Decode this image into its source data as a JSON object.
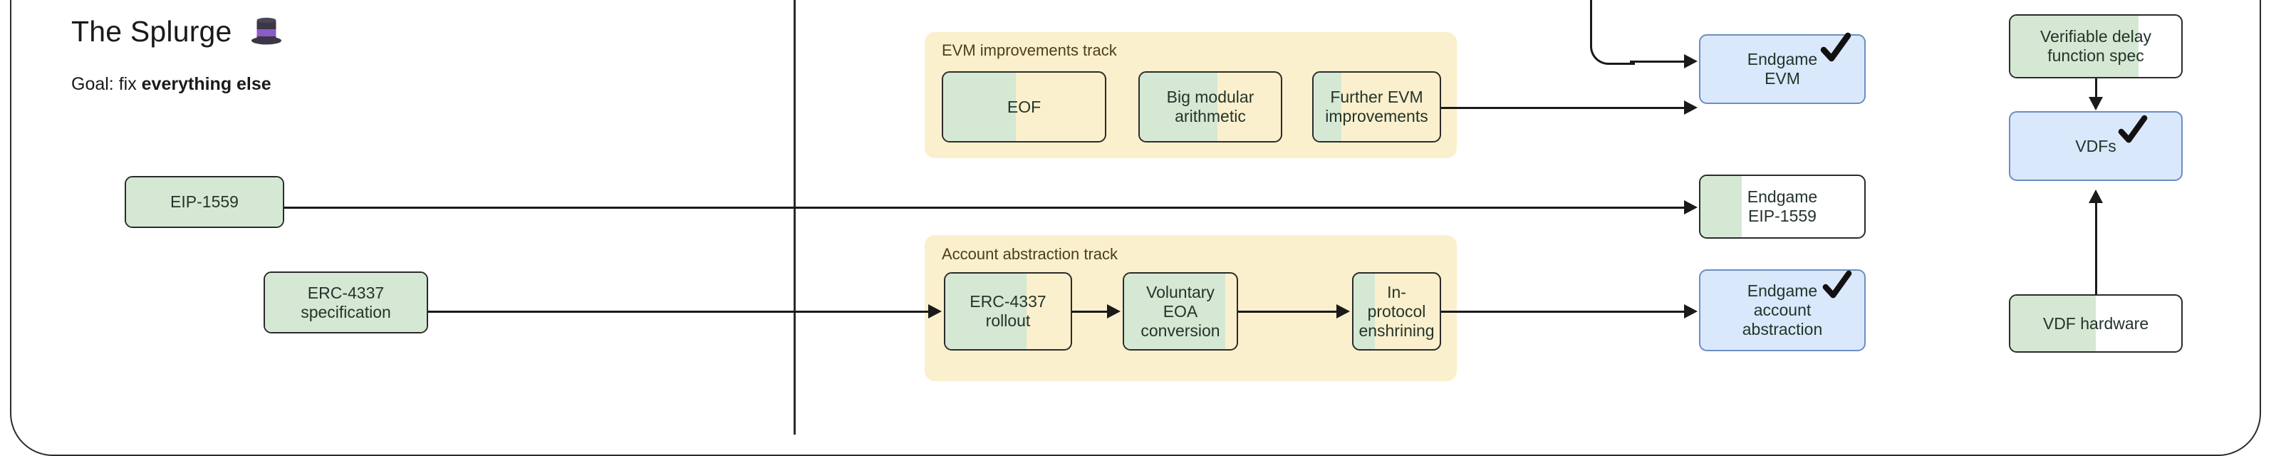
{
  "header": {
    "title": "The Splurge",
    "title_icon": "top-hat-emoji",
    "goal_prefix": "Goal: fix ",
    "goal_emphasis": "everything else"
  },
  "colors": {
    "progress_green": "#d5e8d4",
    "track_cream": "#fbf0cd",
    "endgame_blue": "#dae8fc",
    "blue_border": "#6c8ebf",
    "node_border": "#2b2b2b",
    "line": "#1a1a1a",
    "node_white": "#ffffff"
  },
  "sources": [
    {
      "id": "eip-1559",
      "label": "EIP-1559",
      "progress": 100
    },
    {
      "id": "erc-4337-specification",
      "label": "ERC-4337\nspecification",
      "progress": 100
    }
  ],
  "tracks": [
    {
      "id": "evm-improvements-track",
      "label": "EVM improvements track",
      "nodes": [
        {
          "id": "eof",
          "label": "EOF",
          "progress": 45
        },
        {
          "id": "big-modular-arithmetic",
          "label": "Big modular\narithmetic",
          "progress": 55
        },
        {
          "id": "further-evm-improvements",
          "label": "Further EVM\nimprovements",
          "progress": 22
        }
      ]
    },
    {
      "id": "account-abstraction-track",
      "label": "Account abstraction track",
      "nodes": [
        {
          "id": "erc-4337-rollout",
          "label": "ERC-4337\nrollout",
          "progress": 65
        },
        {
          "id": "voluntary-eoa-conversion",
          "label": "Voluntary\nEOA\nconversion",
          "progress": 90
        },
        {
          "id": "in-protocol-enshrining",
          "label": "In-protocol\nenshrining",
          "progress": 25
        }
      ]
    }
  ],
  "endgames": [
    {
      "id": "endgame-evm",
      "label": "Endgame\nEVM",
      "style": "blue",
      "checked": true
    },
    {
      "id": "endgame-eip-1559",
      "label": "Endgame\nEIP-1559",
      "style": "green-partial",
      "progress": 25,
      "checked": false
    },
    {
      "id": "endgame-account-abstraction",
      "label": "Endgame\naccount\nabstraction",
      "style": "blue",
      "checked": true
    }
  ],
  "vdf_column": [
    {
      "id": "verifiable-delay-function-spec",
      "label": "Verifiable delay\nfunction spec",
      "style": "green-partial",
      "progress": 75,
      "checked": false
    },
    {
      "id": "vdfs",
      "label": "VDFs",
      "style": "blue",
      "checked": true
    },
    {
      "id": "vdf-hardware",
      "label": "VDF hardware",
      "style": "green-partial",
      "progress": 50,
      "checked": false
    }
  ]
}
